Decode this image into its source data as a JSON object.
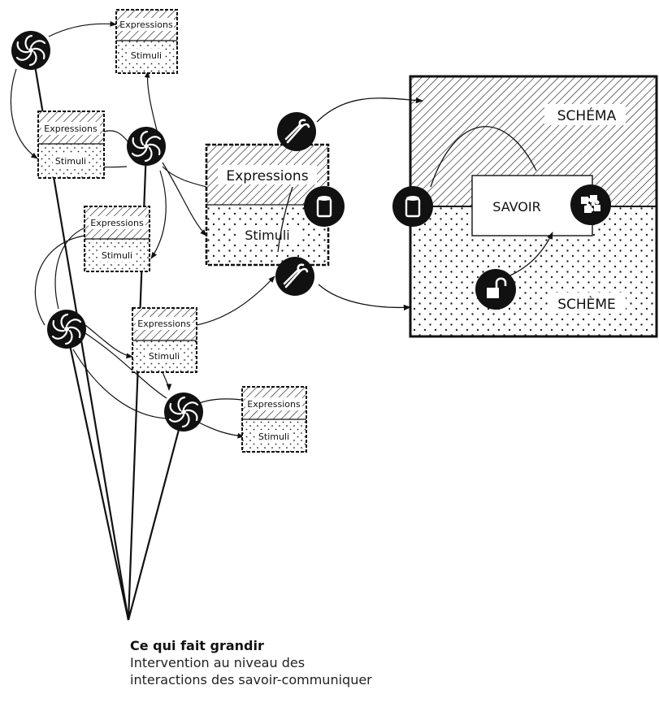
{
  "labels": {
    "expressions": "Expressions",
    "stimuli": "Stimuli",
    "schema": "SCHÉMA",
    "scheme": "SCHÈME",
    "savoir": "SAVOIR"
  },
  "caption": {
    "title": "Ce qui fait grandir",
    "line1": "Intervention au niveau des",
    "line2": "interactions des savoir-communiquer"
  },
  "icons": {
    "spiral": "spiral-swirl-icon",
    "tongs": "tongs-icon",
    "can": "can-icon",
    "puzzle": "puzzle-icon",
    "padlock": "open-padlock-icon"
  },
  "colors": {
    "ink": "#111111",
    "paper": "#ffffff"
  }
}
